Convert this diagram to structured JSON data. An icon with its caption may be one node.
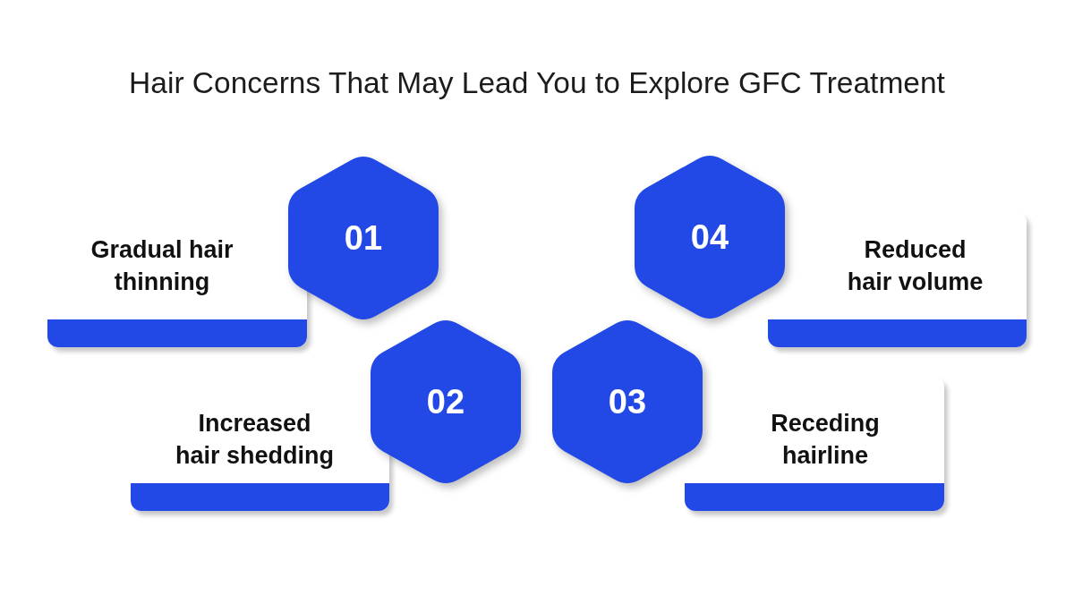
{
  "diagram": {
    "title": "Hair Concerns That May Lead You to Explore GFC Treatment",
    "nodes": [
      {
        "text": [
          "01"
        ]
      },
      {
        "text": [
          "Gradual hair thinning"
        ]
      },
      {
        "text": [
          "02"
        ]
      },
      {
        "text": [
          "Increased hair shedding"
        ]
      },
      {
        "text": [
          "03"
        ]
      },
      {
        "text": [
          "Receding hairline"
        ]
      },
      {
        "text": [
          "04"
        ]
      },
      {
        "text": [
          "Reduced hair volume"
        ]
      }
    ]
  }
}
